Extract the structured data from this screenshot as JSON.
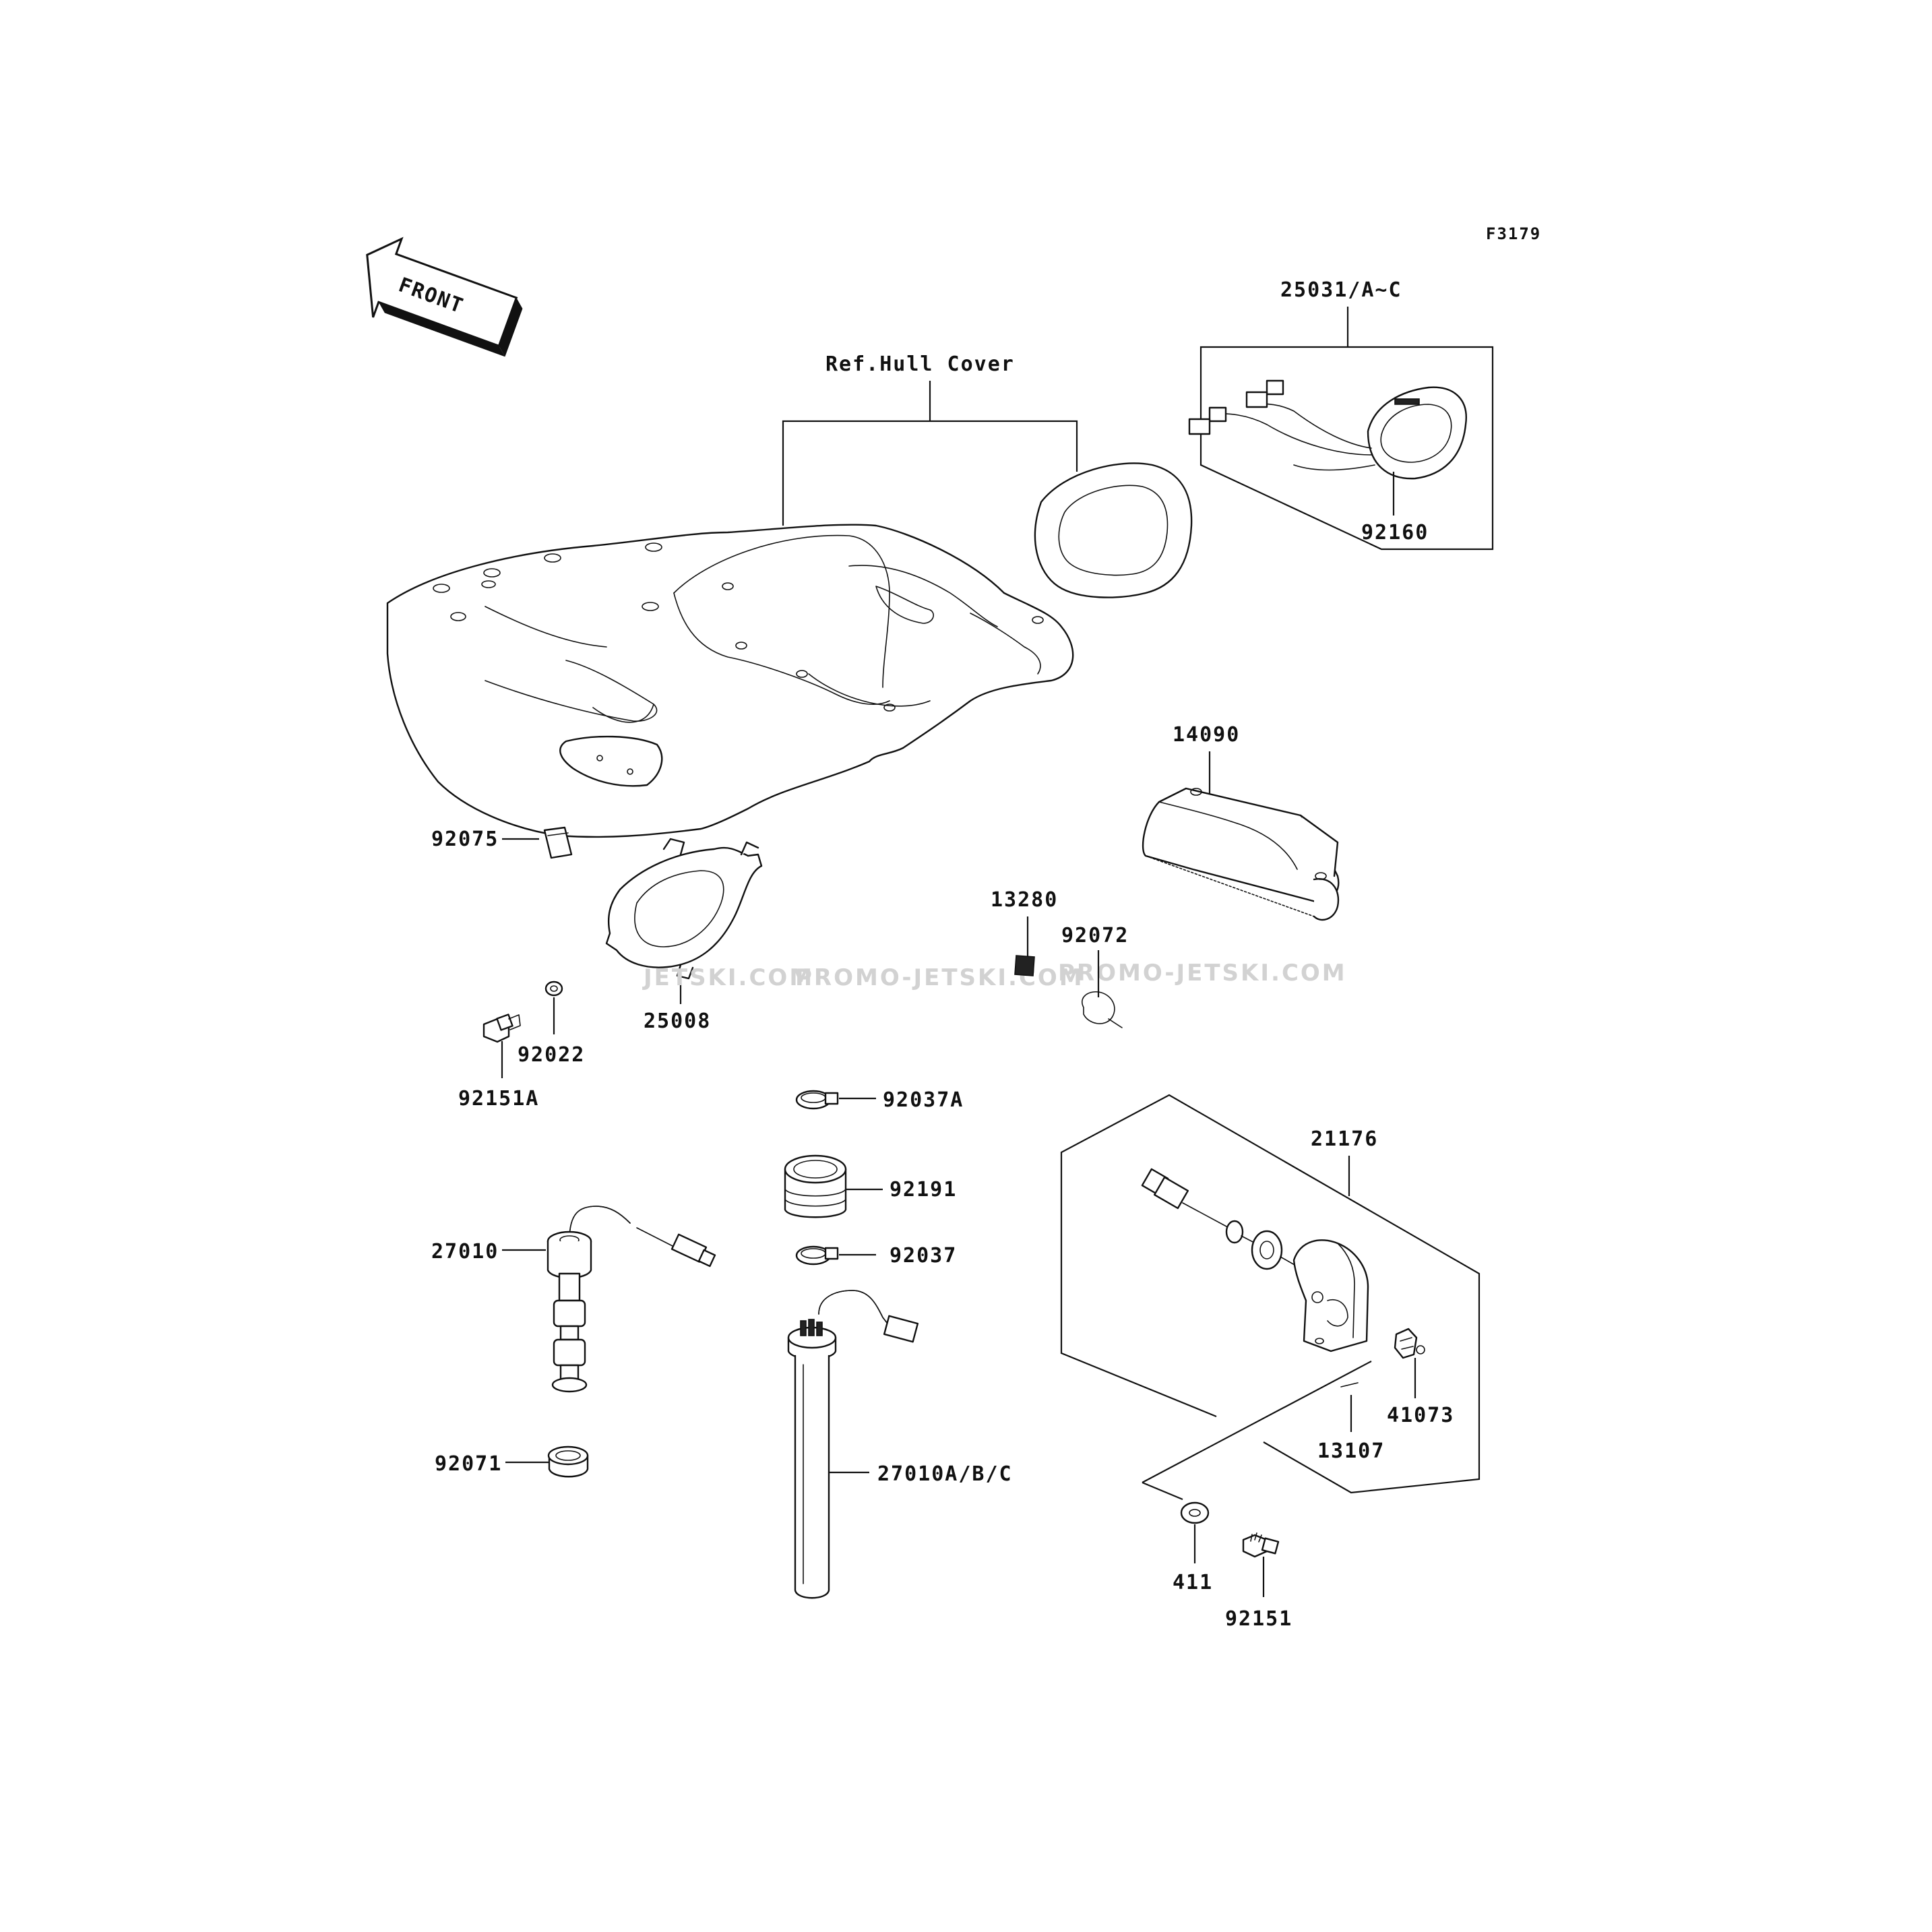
{
  "figure_code": "F3179",
  "orientation_label": "FRONT",
  "reference_label": "Ref.Hull Cover",
  "watermark": [
    "JETSKI.COM",
    "PROMO-JETSKI.COM",
    "PROMO-JETSKI.COM"
  ],
  "colors": {
    "ink": "#111111",
    "paper": "#ffffff",
    "watermark": "#d2d2d2"
  },
  "parts": {
    "p25031": "25031/A~C",
    "p92160": "92160",
    "p14090": "14090",
    "p92075": "92075",
    "p25008": "25008",
    "p92022": "92022",
    "p92151A": "92151A",
    "p13280": "13280",
    "p92072": "92072",
    "p92037A": "92037A",
    "p92191": "92191",
    "p92037": "92037",
    "p27010": "27010",
    "p27010ABC": "27010A/B/C",
    "p92071": "92071",
    "p21176": "21176",
    "p41073": "41073",
    "p13107": "13107",
    "p411": "411",
    "p92151": "92151"
  }
}
